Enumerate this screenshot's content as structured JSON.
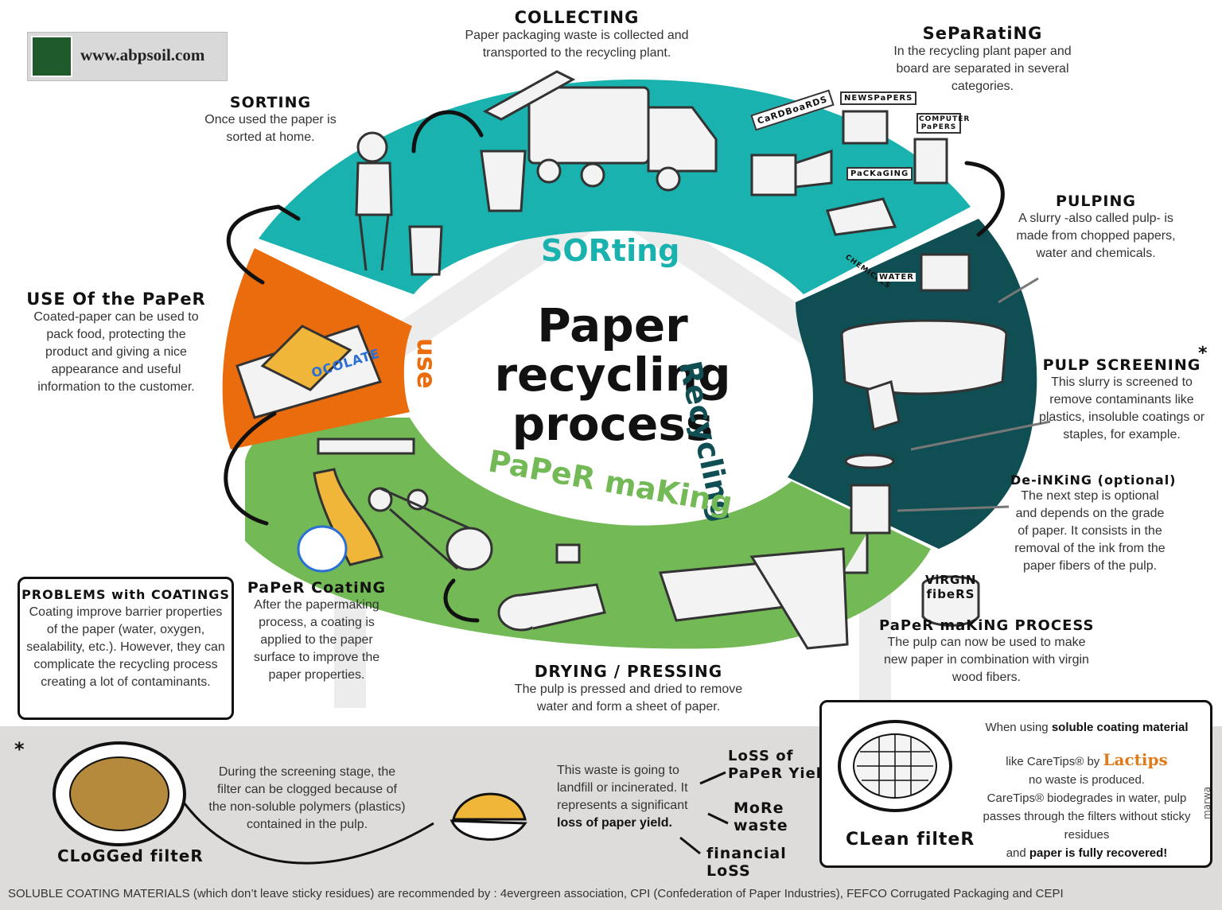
{
  "logo": {
    "url_text": "www.abpsoil.com"
  },
  "title": {
    "line1": "Paper",
    "line2": "recycling",
    "line3": "process"
  },
  "segments": {
    "sorting": "SORting",
    "recycling": "Recycling",
    "paper_making": "PaPeR maKing",
    "use": "use"
  },
  "steps": {
    "collecting": {
      "heading": "COLLECTING",
      "text": "Paper packaging waste is collected and transported to the recycling plant."
    },
    "separating": {
      "heading": "SePaRatiNG",
      "text": "In the recycling plant paper and board are separated in several categories."
    },
    "sorting": {
      "heading": "SORTING",
      "text": "Once used the paper is sorted at home."
    },
    "pulping": {
      "heading": "PULPING",
      "text": "A slurry -also called pulp- is made from chopped papers, water and chemicals."
    },
    "pulp_screening": {
      "heading": "PULP SCREENING",
      "text": "This slurry is screened to remove contaminants like plastics, insoluble coatings or staples, for example."
    },
    "deinking": {
      "heading": "De-iNKiNG (optional)",
      "text": "The next step is optional and depends on the grade of paper. It consists in the removal of the ink from the paper fibers of the pulp."
    },
    "paper_making_process": {
      "heading": "PaPeR maKiNG PROCESS",
      "text": "The pulp can now be used to make new paper in combination with virgin wood fibers."
    },
    "drying": {
      "heading": "DRYING / PRESSING",
      "text": "The pulp is pressed and dried to remove water and form a sheet of paper."
    },
    "paper_coating": {
      "heading": "PaPeR CoatiNG",
      "text": "After the papermaking process, a coating is applied to the paper surface to improve the paper properties."
    },
    "use_of_paper": {
      "heading": "USE Of the PaPeR",
      "text": "Coated-paper can be used to pack food, protecting the product and giving a nice appearance and useful information to the customer."
    }
  },
  "problems": {
    "heading": "PROBLEMS with COATINGS",
    "text": "Coating improve barrier properties of the paper (water, oxygen, sealability, etc.). However, they can complicate the recycling process creating a lot of contaminants."
  },
  "illustration_labels": {
    "cardboards": "CaRDBoaRDS",
    "newspapers": "NEWSPaPERS",
    "computer_papers": "COMPUTER PaPERS",
    "packaging": "PaCKaGING",
    "chemicals": "CHEMICALS",
    "water": "WATER",
    "virgin_fibers_1": "ViRGIN",
    "virgin_fibers_2": "fibeRS",
    "chocolate": "OCOLATE"
  },
  "bottom": {
    "asterisk": "*",
    "clogged_label": "CLoGGed filteR",
    "clogged_text": "During the screening stage, the filter can be clogged because of the non-soluble polymers (plastics) contained in the pulp.",
    "waste_text_1": "This waste is going to landfill or incinerated. It represents a significant",
    "waste_text_bold": "loss of paper yield.",
    "loss_of_yield_1": "LoSS of",
    "loss_of_yield_2": "PaPeR Yield",
    "more_waste_1": "MoRe",
    "more_waste_2": "waste",
    "financial_loss_1": "financial",
    "financial_loss_2": "LoSS",
    "clean_label": "CLean filteR",
    "clean_text_1a": "When using",
    "clean_text_1b": "soluble coating material",
    "clean_text_2a": "like CareTips® by",
    "lactips": "Lactips",
    "clean_text_3": "no waste is produced.",
    "clean_text_4": "CareTips® biodegrades in water, pulp passes through the filters without sticky residues",
    "clean_text_5a": "and",
    "clean_text_5b": "paper is fully recovered!",
    "signature": "marwa"
  },
  "footer": "SOLUBLE COATING MATERIALS (which don’t leave sticky residues) are recommended by : 4evergreen association, CPI (Confederation of Paper Industries), FEFCO Corrugated Packaging and CEPI",
  "colors": {
    "teal": "#19b2ae",
    "dark_teal": "#0f4e53",
    "green": "#73b955",
    "orange": "#ea6c0c",
    "band": "#dedcda"
  }
}
